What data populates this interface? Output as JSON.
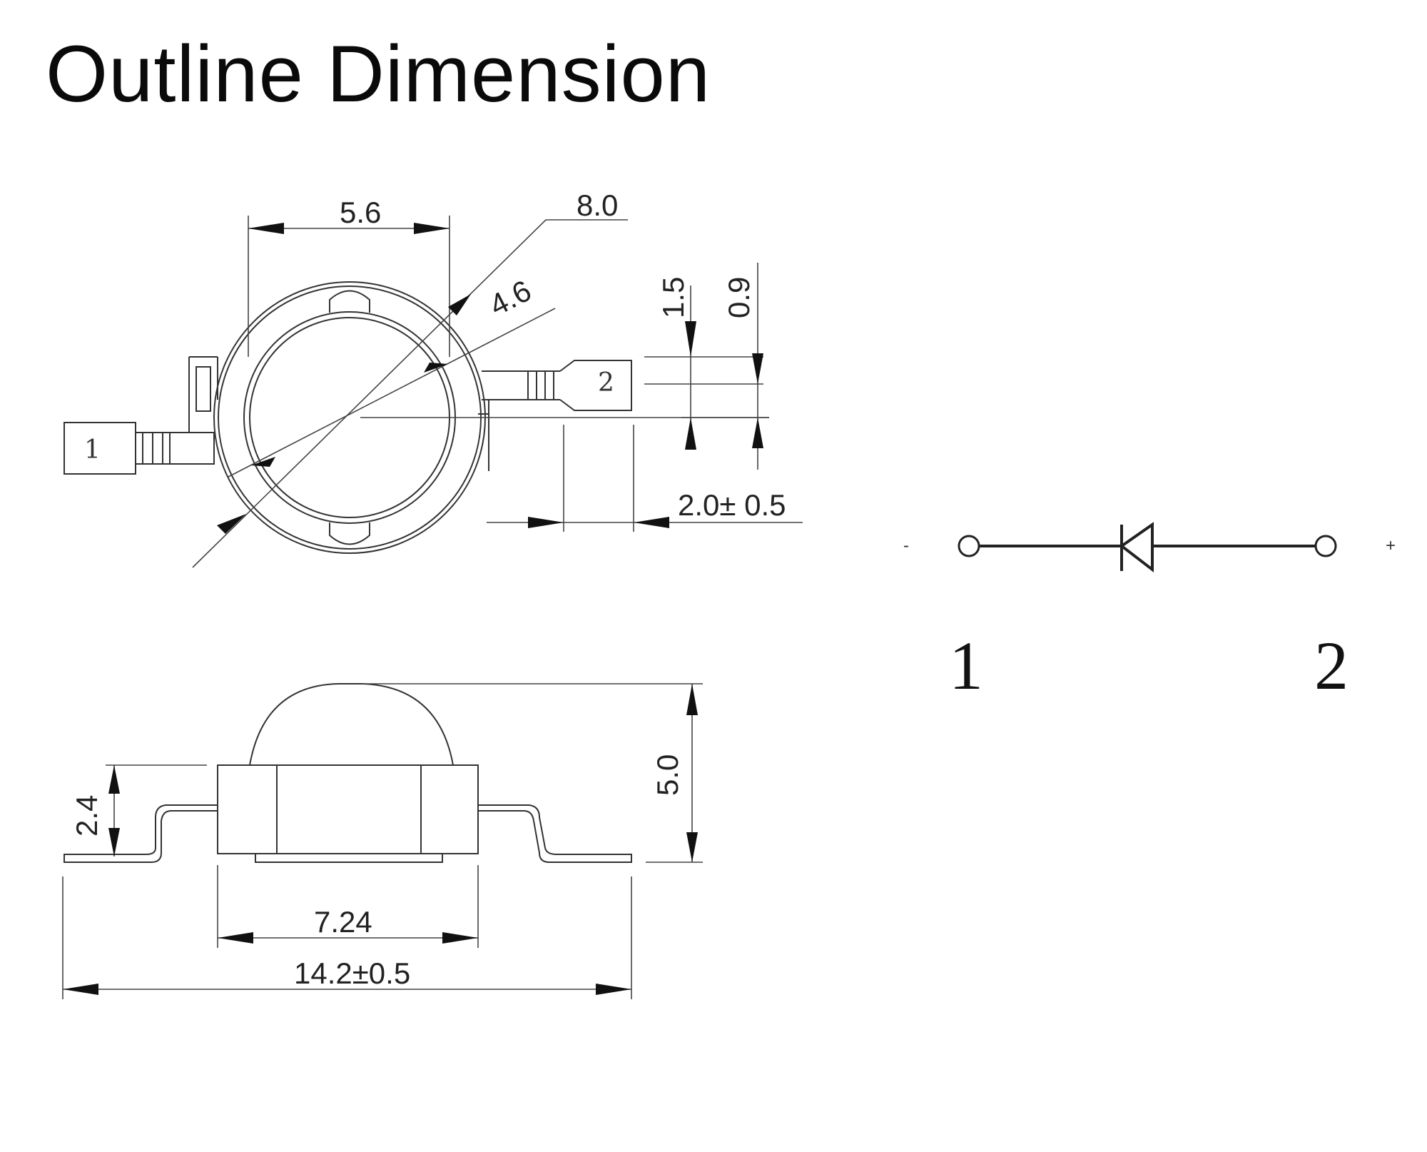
{
  "title": "Outline Dimension",
  "top_view": {
    "dim_width_top": "5.6",
    "dim_diameter_outer": "8.0",
    "dim_diameter_inner": "4.6",
    "dim_lead_width": "1.5",
    "dim_lead_offset": "0.9",
    "dim_lead_length": "2.0± 0.5",
    "pin1_label": "1",
    "pin2_label": "2"
  },
  "side_view": {
    "dim_lead_height": "2.4",
    "dim_total_height": "5.0",
    "dim_body_width": "7.24",
    "dim_total_length": "14.2±0.5"
  },
  "symbol": {
    "minus_label": "-",
    "plus_label": "+",
    "pin1_label": "1",
    "pin2_label": "2"
  }
}
